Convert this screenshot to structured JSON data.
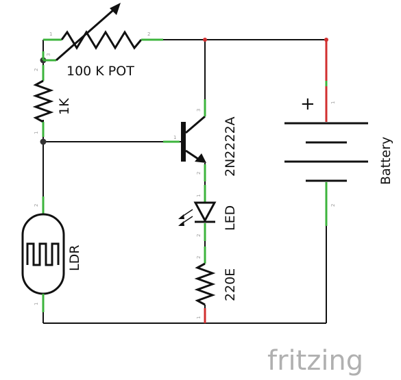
{
  "components": {
    "pot": {
      "label": "100 K POT",
      "pins": [
        "1",
        "2",
        "3"
      ]
    },
    "resistor_1k": {
      "label": "1K",
      "pins": [
        "1",
        "2"
      ]
    },
    "transistor": {
      "label": "2N2222A",
      "pins": [
        "1",
        "2",
        "3"
      ]
    },
    "led": {
      "label": "LED",
      "pins": [
        "1",
        "2"
      ]
    },
    "resistor_220": {
      "label": "220E",
      "pins": [
        "1",
        "2"
      ]
    },
    "ldr": {
      "label": "LDR",
      "pins": [
        "1",
        "2"
      ]
    },
    "battery": {
      "label": "Battery",
      "polarity": "+",
      "pins": [
        "1",
        "2"
      ]
    }
  },
  "branding": {
    "logo": "fritzing"
  },
  "colors": {
    "wire": "#111111",
    "pin_positive": "#d12f2f",
    "pin_connected": "#3cb43c"
  }
}
